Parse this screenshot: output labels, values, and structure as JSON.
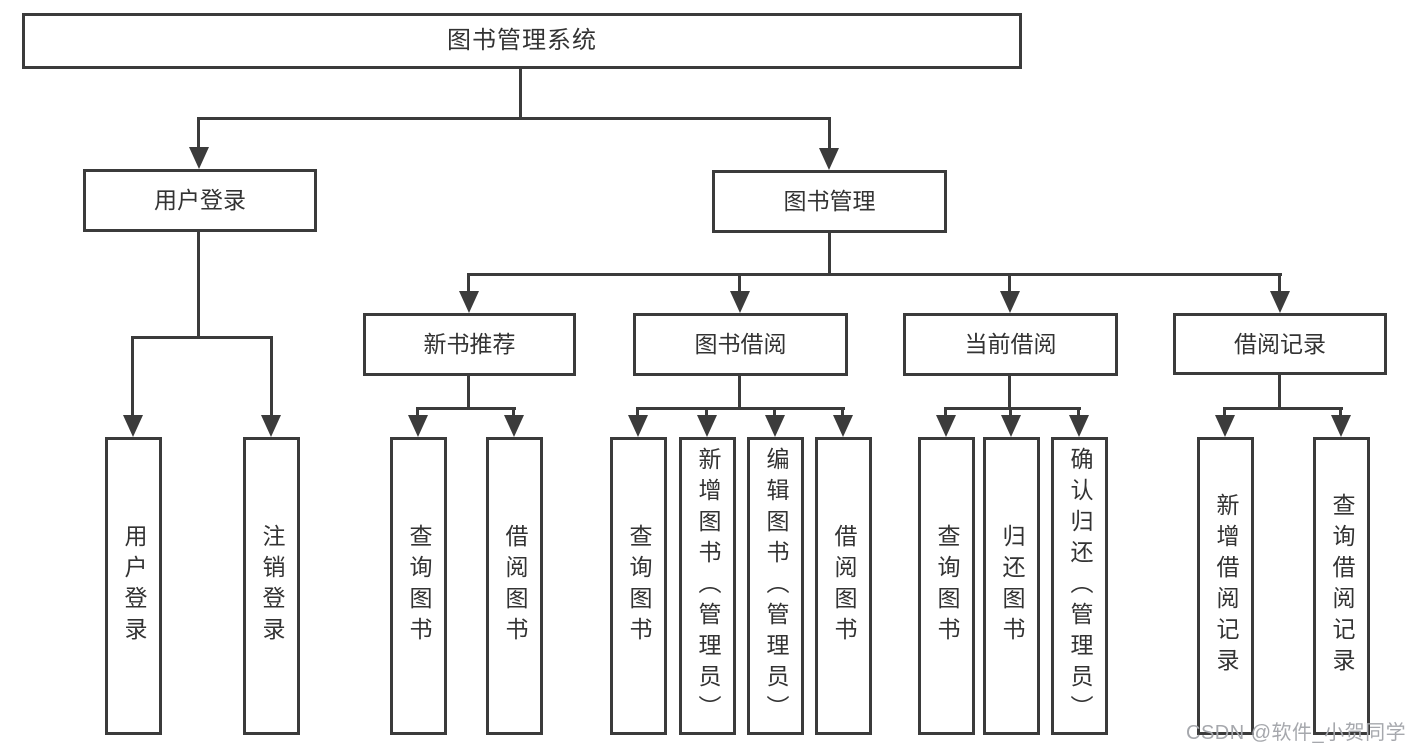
{
  "diagram": {
    "root": {
      "label": "图书管理系统"
    },
    "level2": {
      "user_login": {
        "label": "用户登录"
      },
      "book_management": {
        "label": "图书管理"
      }
    },
    "level3": {
      "new_book_recommend": {
        "label": "新书推荐"
      },
      "book_borrow": {
        "label": "图书借阅"
      },
      "current_borrow": {
        "label": "当前借阅"
      },
      "borrow_records": {
        "label": "借阅记录"
      }
    },
    "leaves": {
      "user_login": [
        "用户登录",
        "注销登录"
      ],
      "new_book_recommend": [
        "查询图书",
        "借阅图书"
      ],
      "book_borrow": [
        "查询图书",
        "新增图书（管理员）",
        "编辑图书（管理员）",
        "借阅图书"
      ],
      "current_borrow": [
        "查询图书",
        "归还图书",
        "确认归还（管理员）"
      ],
      "borrow_records": [
        "新增借阅记录",
        "查询借阅记录"
      ]
    }
  },
  "watermark": {
    "text": "CSDN @软件_小贺同学"
  },
  "colors": {
    "line": "#3b3b3b",
    "text": "#333333",
    "watermark": "#a6a8ad",
    "background": "#ffffff"
  }
}
